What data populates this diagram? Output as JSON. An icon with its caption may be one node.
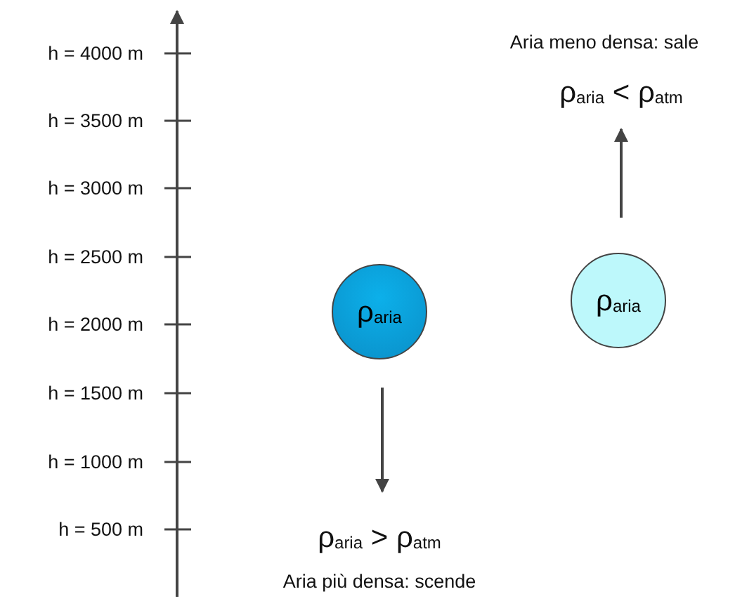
{
  "diagram": {
    "nodes": [
      {
        "text": [
          "ρ$_{aria}$"
        ]
      },
      {
        "text": [
          "ρ$_{aria}$"
        ]
      }
    ],
    "labels": [
      "Aria meno densa: sale",
      "h = 4000 m",
      "ρ$_{aria}$ < ρ$_{atm}$",
      "h = 3500 m",
      "h = 3000 m",
      "h = 2500 m",
      "h = 2000 m",
      "h = 1500 m",
      "h = 1000 m",
      "h = 500 m",
      "ρ$_{aria}$ > ρ$_{atm}$",
      "Aria più densa: scende"
    ]
  }
}
